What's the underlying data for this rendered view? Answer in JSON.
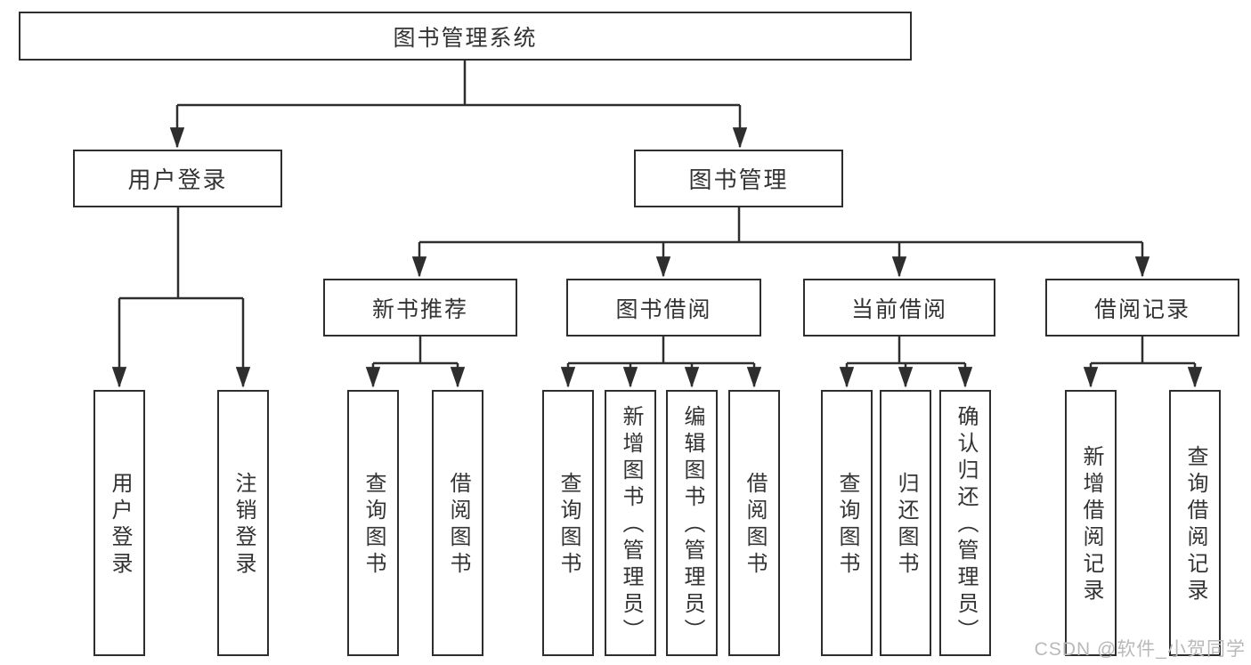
{
  "colors": {
    "line": "#2e2e2e",
    "box_border": "#2e2e2e",
    "text": "#333333",
    "watermark": "#b9b9b9",
    "background": "#ffffff"
  },
  "tree": {
    "label": "图书管理系统",
    "children": [
      {
        "label": "用户登录",
        "children": [
          {
            "label": "用户登录"
          },
          {
            "label": "注销登录"
          }
        ]
      },
      {
        "label": "图书管理",
        "children": [
          {
            "label": "新书推荐",
            "children": [
              {
                "label": "查询图书"
              },
              {
                "label": "借阅图书"
              }
            ]
          },
          {
            "label": "图书借阅",
            "children": [
              {
                "label": "查询图书"
              },
              {
                "label": "新增图书（管理员）"
              },
              {
                "label": "编辑图书（管理员）"
              },
              {
                "label": "借阅图书"
              }
            ]
          },
          {
            "label": "当前借阅",
            "children": [
              {
                "label": "查询图书"
              },
              {
                "label": "归还图书"
              },
              {
                "label": "确认归还（管理员）"
              }
            ]
          },
          {
            "label": "借阅记录",
            "children": [
              {
                "label": "新增借阅记录"
              },
              {
                "label": "查询借阅记录"
              }
            ]
          }
        ]
      }
    ]
  },
  "watermark": "CSDN @软件_小贺同学"
}
